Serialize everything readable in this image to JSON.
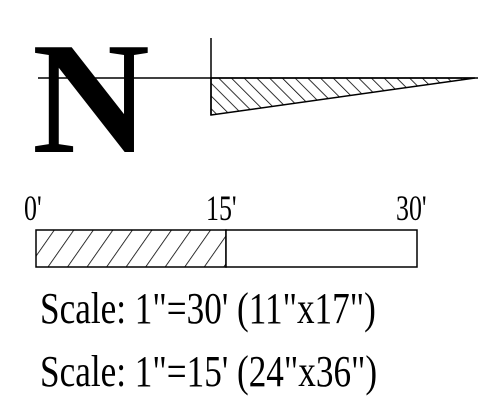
{
  "north_arrow": {
    "letter": "N"
  },
  "scale_bar": {
    "ticks": [
      "0'",
      "15'",
      "30'"
    ],
    "distances_ft": [
      0,
      15,
      30
    ]
  },
  "scale_notes": [
    "Scale: 1\"=30' (11\"x17\")",
    "Scale: 1\"=15' (24\"x36\")"
  ],
  "colors": {
    "ink": "#000000",
    "paper": "#ffffff"
  }
}
